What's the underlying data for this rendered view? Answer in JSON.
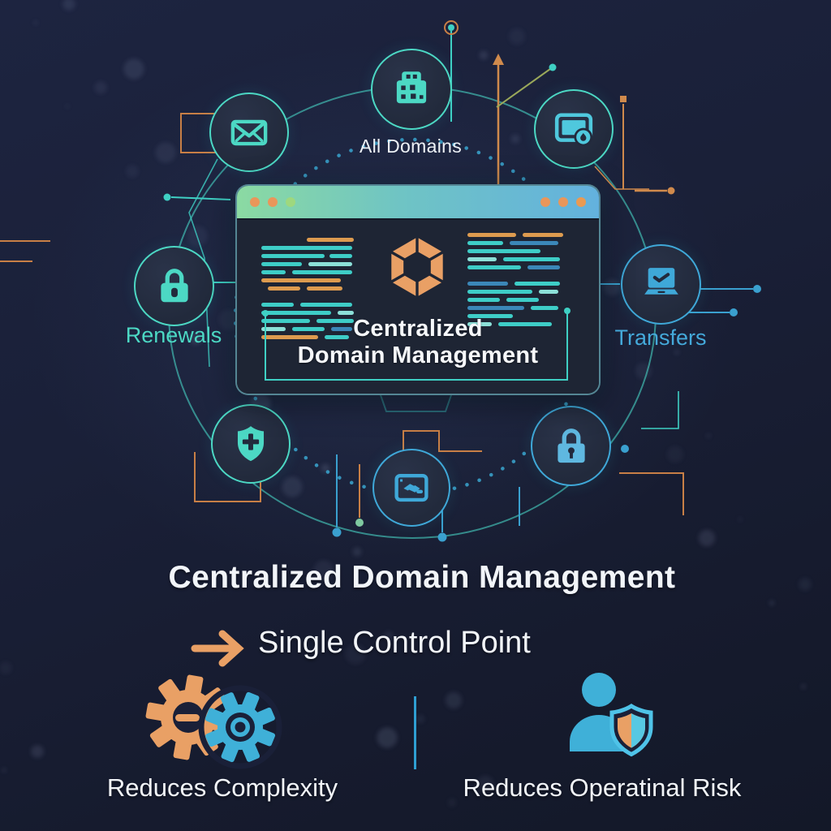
{
  "colors": {
    "teal": "#4cd8c4",
    "blue": "#3fa8d8",
    "orange": "#e9a065",
    "background": "#1a2038",
    "text": "#f2f5f9"
  },
  "diagram": {
    "window": {
      "logo_icon": "hexagon-logo-icon",
      "title_line1": "Centralized",
      "title_line2": "Domain Management"
    },
    "nodes": [
      {
        "id": "all-domains",
        "icon": "briefcase-icon",
        "label": "All Domains"
      },
      {
        "id": "email",
        "icon": "envelope-icon",
        "label": ""
      },
      {
        "id": "monitoring",
        "icon": "monitor-lock-icon",
        "label": ""
      },
      {
        "id": "renewals",
        "icon": "padlock-icon",
        "label": "Renewals"
      },
      {
        "id": "transfers",
        "icon": "laptop-check-icon",
        "label": "Transfers"
      },
      {
        "id": "protection",
        "icon": "shield-plus-icon",
        "label": ""
      },
      {
        "id": "agreements",
        "icon": "handshake-icon",
        "label": ""
      },
      {
        "id": "security",
        "icon": "lock-icon",
        "label": ""
      }
    ]
  },
  "summary": {
    "heading": "Centralized Domain Management",
    "arrow_icon": "right-arrow-icon",
    "control_point": "Single Control Point",
    "benefits": [
      {
        "icon": "gears-icon",
        "label": "Reduces Complexity"
      },
      {
        "icon": "user-shield-icon",
        "label": "Reduces Operatinal Risk"
      }
    ]
  }
}
